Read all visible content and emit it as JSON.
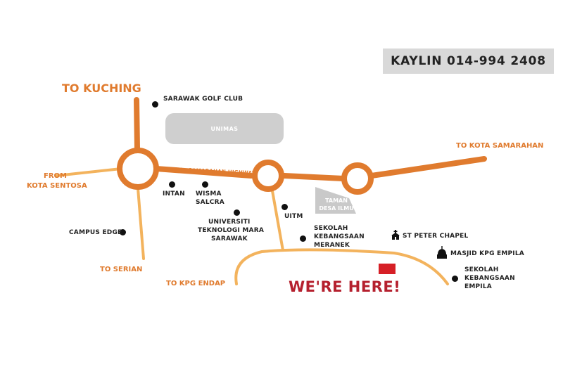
{
  "contact": {
    "text": "KAYLIN 014-994 2408"
  },
  "directions": {
    "to_kuching": "TO KUCHING",
    "to_kota_samarahan": "TO KOTA SAMARAHAN",
    "from_kota_sentosa_1": "FROM",
    "from_kota_sentosa_2": "KOTA SENTOSA",
    "to_serian": "TO SERIAN",
    "to_kpg_endap": "TO KPG ENDAP"
  },
  "roads": {
    "highway": "KCH - SAMARAHAN HIGHWAY"
  },
  "areas": {
    "unimas": "UNIMAS",
    "taman_desa_ilmu_1": "TAMAN",
    "taman_desa_ilmu_2": "DESA ILMU"
  },
  "landmarks": {
    "sarawak_golf_club": "SARAWAK GOLF CLUB",
    "intan": "INTAN",
    "wisma_salcra_1": "WISMA",
    "wisma_salcra_2": "SALCRA",
    "uitm_full_1": "UNIVERSITI",
    "uitm_full_2": "TEKNOLOGI MARA",
    "uitm_full_3": "SARAWAK",
    "uitm": "UITM",
    "campus_edge": "CAMPUS EDGE",
    "sk_meranek_1": "SEKOLAH",
    "sk_meranek_2": "KEBANGSAAN",
    "sk_meranek_3": "MERANEK",
    "st_peter_chapel": "ST PETER CHAPEL",
    "masjid_kpg_empila": "MASJID KPG EMPILA",
    "sk_empila_1": "SEKOLAH",
    "sk_empila_2": "KEBANGSAAN",
    "sk_empila_3": "EMPILA"
  },
  "here": {
    "label": "WE'RE HERE!"
  },
  "colors": {
    "main_road": "#e07b2e",
    "minor_road": "#f3b35d",
    "here": "#b5202e",
    "marker": "#d61f26",
    "area": "#cfcfcf"
  },
  "icons": {
    "chapel": "church-icon",
    "masjid": "mosque-icon"
  }
}
